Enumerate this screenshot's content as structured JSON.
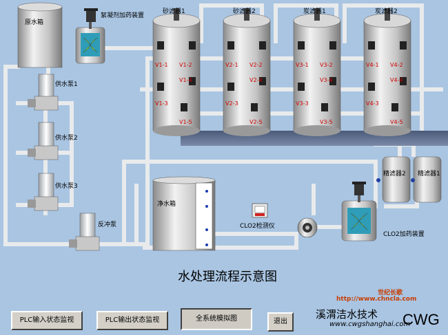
{
  "title": "水处理流程示意图",
  "equipment": {
    "raw_tank": "原水箱",
    "coagulant_unit": "絮凝剂加药装置",
    "pump1": "供水泵1",
    "pump2": "供水泵2",
    "pump3": "供水泵3",
    "backwash_pump": "反冲泵",
    "sand1": "砂滤器1",
    "sand2": "砂滤器2",
    "carbon1": "炭滤器1",
    "carbon2": "炭滤器2",
    "clean_tank": "净水箱",
    "clo2_detector": "CLO2检测仪",
    "clo2_unit": "CLO2加药装置",
    "precision1": "精滤器1",
    "precision2": "精滤器2"
  },
  "valves": {
    "f1": [
      "V1-1",
      "V1-2",
      "V1-4",
      "V1-3",
      "V1-5"
    ],
    "f2": [
      "V2-1",
      "V2-2",
      "V2-4",
      "V2-3",
      "V2-5"
    ],
    "f3": [
      "V3-1",
      "V3-2",
      "V3-4",
      "V3-3",
      "V3-5"
    ],
    "f4": [
      "V4-1",
      "V4-2",
      "V4-4",
      "V4-3",
      "V4-5"
    ]
  },
  "buttons": {
    "plc_input": "PLC输入状态监视",
    "plc_output": "PLC输出状态监视",
    "system_sim": "全系统模拟图",
    "exit": "退出"
  },
  "branding": {
    "top": "世纪长歌",
    "url1": "http://www.chncla.com",
    "name": "溪渭洁水技术",
    "url2": "www.cwgshanghai.com",
    "logo": "CWG"
  },
  "colors": {
    "background": "#a9c5e2",
    "pipe": "#e6e8ea",
    "valve_label": "#d00000",
    "brand_accent": "#c83c00"
  }
}
